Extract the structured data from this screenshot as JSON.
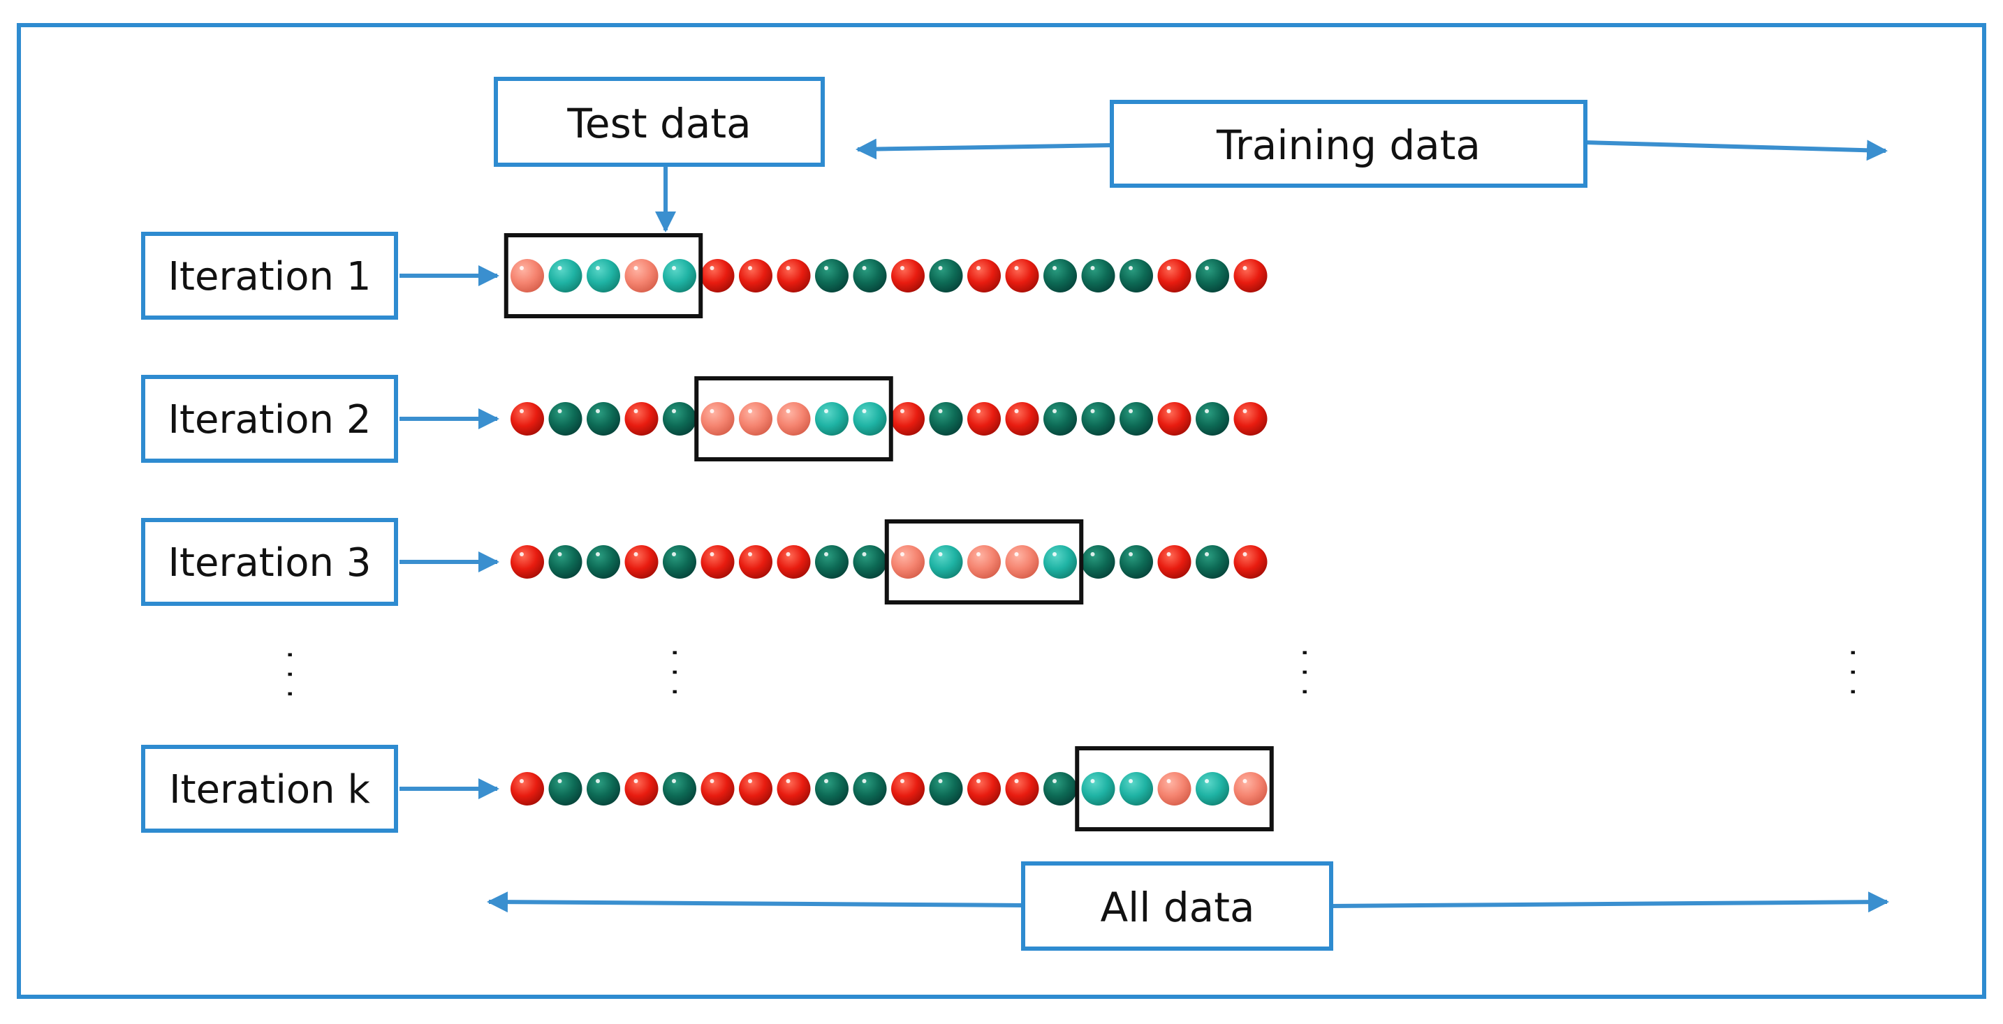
{
  "labels": {
    "test_data": "Test data",
    "training_data": "Training data",
    "all_data": "All data"
  },
  "iterations": [
    {
      "label": "Iteration 1",
      "test_start": 0
    },
    {
      "label": "Iteration 2",
      "test_start": 5
    },
    {
      "label": "Iteration 3",
      "test_start": 10
    },
    {
      "label": "Iteration k",
      "test_start": 15
    }
  ],
  "base_sequence": [
    "red",
    "teal",
    "teal",
    "red",
    "teal",
    "red",
    "red",
    "red",
    "teal",
    "teal",
    "red",
    "teal",
    "red",
    "red",
    "teal",
    "teal",
    "teal",
    "red",
    "teal",
    "red"
  ],
  "test_size": 5,
  "ellipsis": "· · ·",
  "colors": {
    "frame_blue": "#2e8bd0",
    "arrow_blue": "#3a8fcf",
    "training_red": "#e81c10",
    "training_teal": "#0d6a55",
    "test_red": "#f58470",
    "test_teal": "#1fb3a4",
    "test_box": "#111111"
  }
}
